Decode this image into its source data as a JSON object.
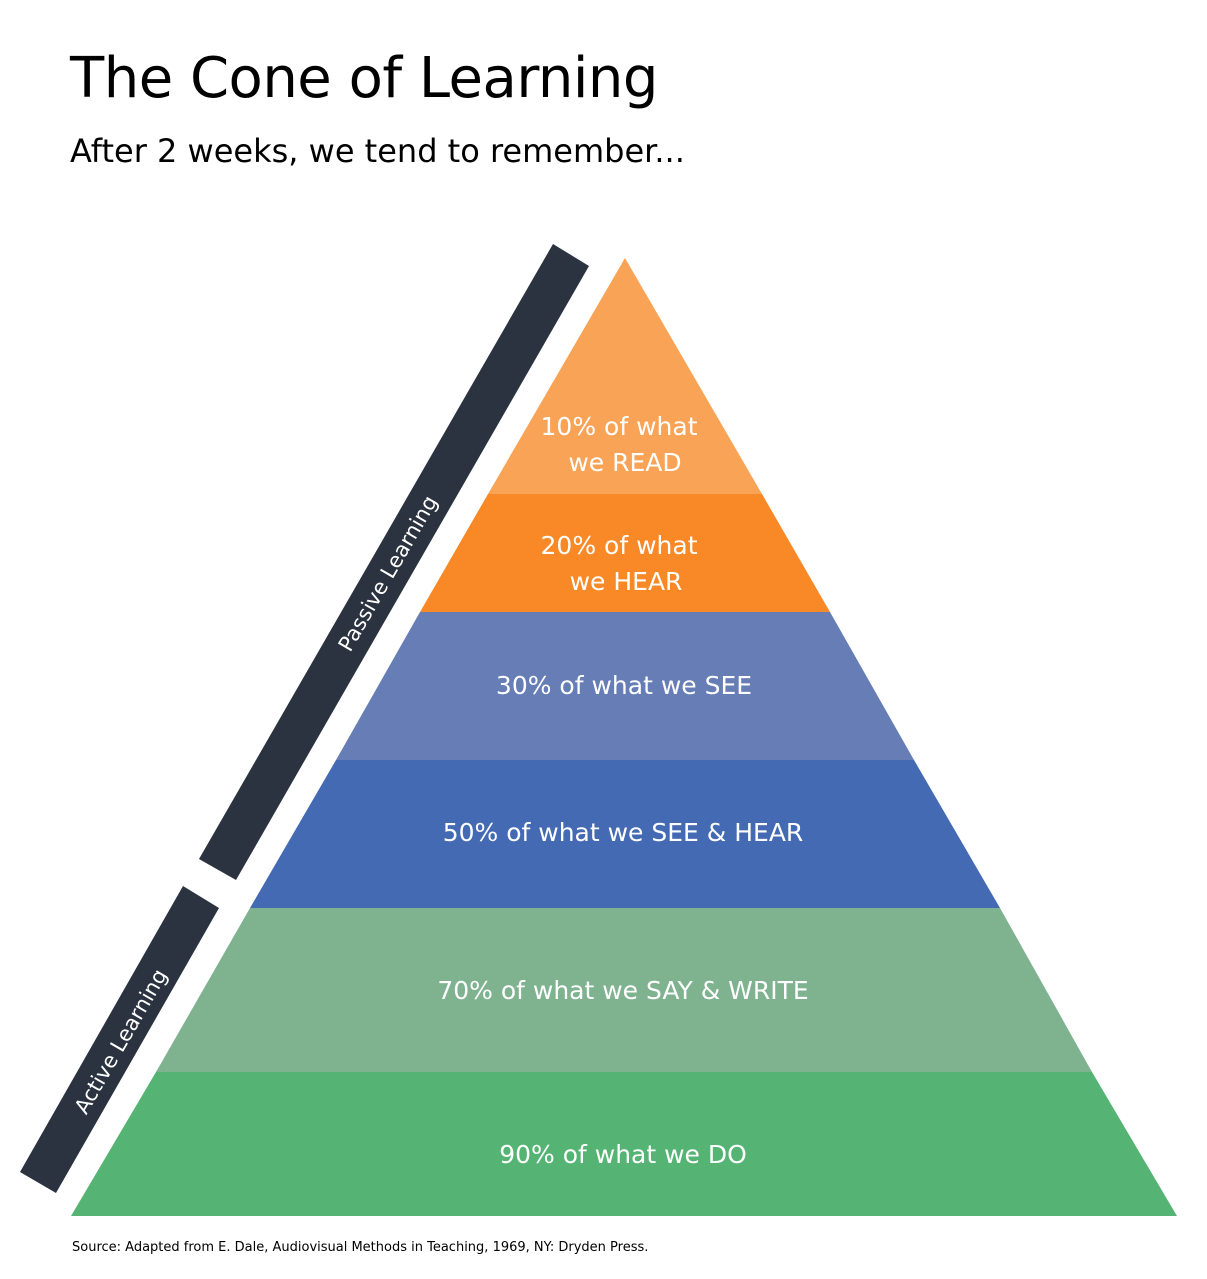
{
  "title": "The Cone of Learning",
  "subtitle": "After 2 weeks, we tend to remember...",
  "source": "Source:  Adapted from E. Dale, Audiovisual Methods in Teaching, 1969, NY: Dryden Press.",
  "tiers": [
    {
      "lines": [
        "10% of what",
        "we READ"
      ],
      "color": "#F8A356"
    },
    {
      "lines": [
        "20% of what",
        "we HEAR"
      ],
      "color": "#F88926"
    },
    {
      "lines": [
        "30% of what we SEE"
      ],
      "color": "#667DB5"
    },
    {
      "lines": [
        "50% of what we SEE & HEAR"
      ],
      "color": "#456AB4"
    },
    {
      "lines": [
        "70% of what we SAY & WRITE"
      ],
      "color": "#7FB390"
    },
    {
      "lines": [
        "90% of what we DO"
      ],
      "color": "#55B474"
    }
  ],
  "bands": [
    {
      "label": "Passive Learning",
      "color": "#2B3240"
    },
    {
      "label": "Active Learning",
      "color": "#2B3240"
    }
  ]
}
